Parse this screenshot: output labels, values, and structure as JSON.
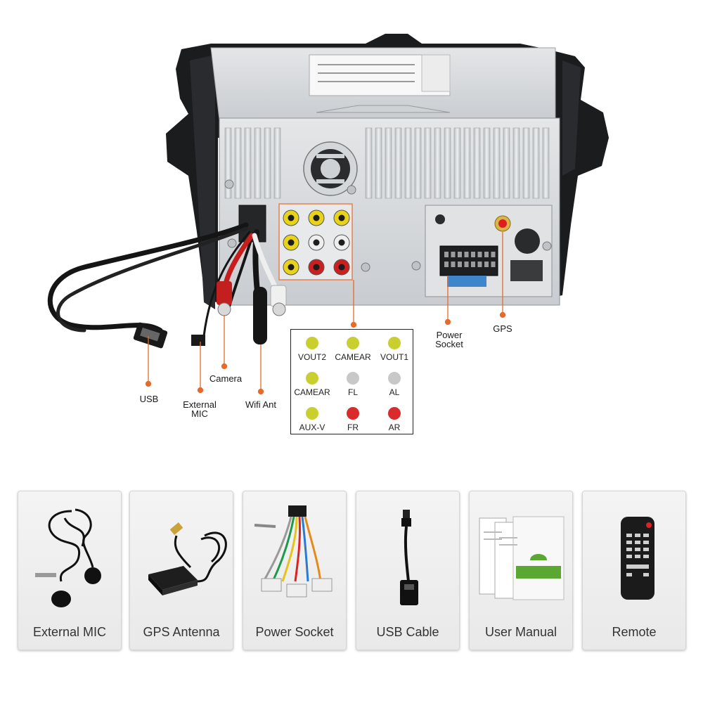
{
  "callouts": {
    "usb": "USB",
    "external_mic": [
      "External",
      "MIC"
    ],
    "camera": "Camera",
    "wifi_ant": "Wifi Ant",
    "power_socket": [
      "Power",
      "Socket"
    ],
    "gps": "GPS"
  },
  "legend": [
    {
      "label": "VOUT2",
      "color": "#c8cf2e"
    },
    {
      "label": "CAMEAR",
      "color": "#c8cf2e"
    },
    {
      "label": "VOUT1",
      "color": "#c8cf2e"
    },
    {
      "label": "CAMEAR",
      "color": "#c8cf2e"
    },
    {
      "label": "FL",
      "color": "#c8c8c8"
    },
    {
      "label": "AL",
      "color": "#c8c8c8"
    },
    {
      "label": "AUX-V",
      "color": "#c8cf2e"
    },
    {
      "label": "FR",
      "color": "#d92b2b"
    },
    {
      "label": "AR",
      "color": "#d92b2b"
    }
  ],
  "accessories": [
    {
      "label": "External MIC",
      "icon": "microphone-icon"
    },
    {
      "label": "GPS Antenna",
      "icon": "gps-antenna-icon"
    },
    {
      "label": "Power Socket",
      "icon": "wiring-harness-icon"
    },
    {
      "label": "USB Cable",
      "icon": "usb-cable-icon"
    },
    {
      "label": "User Manual",
      "icon": "manual-icon"
    },
    {
      "label": "Remote",
      "icon": "remote-control-icon"
    }
  ],
  "colors": {
    "accent": "#e8692a",
    "rca_yellow": "#e8d21a",
    "rca_red": "#cc1f1f",
    "rca_white": "#eeeeee"
  }
}
